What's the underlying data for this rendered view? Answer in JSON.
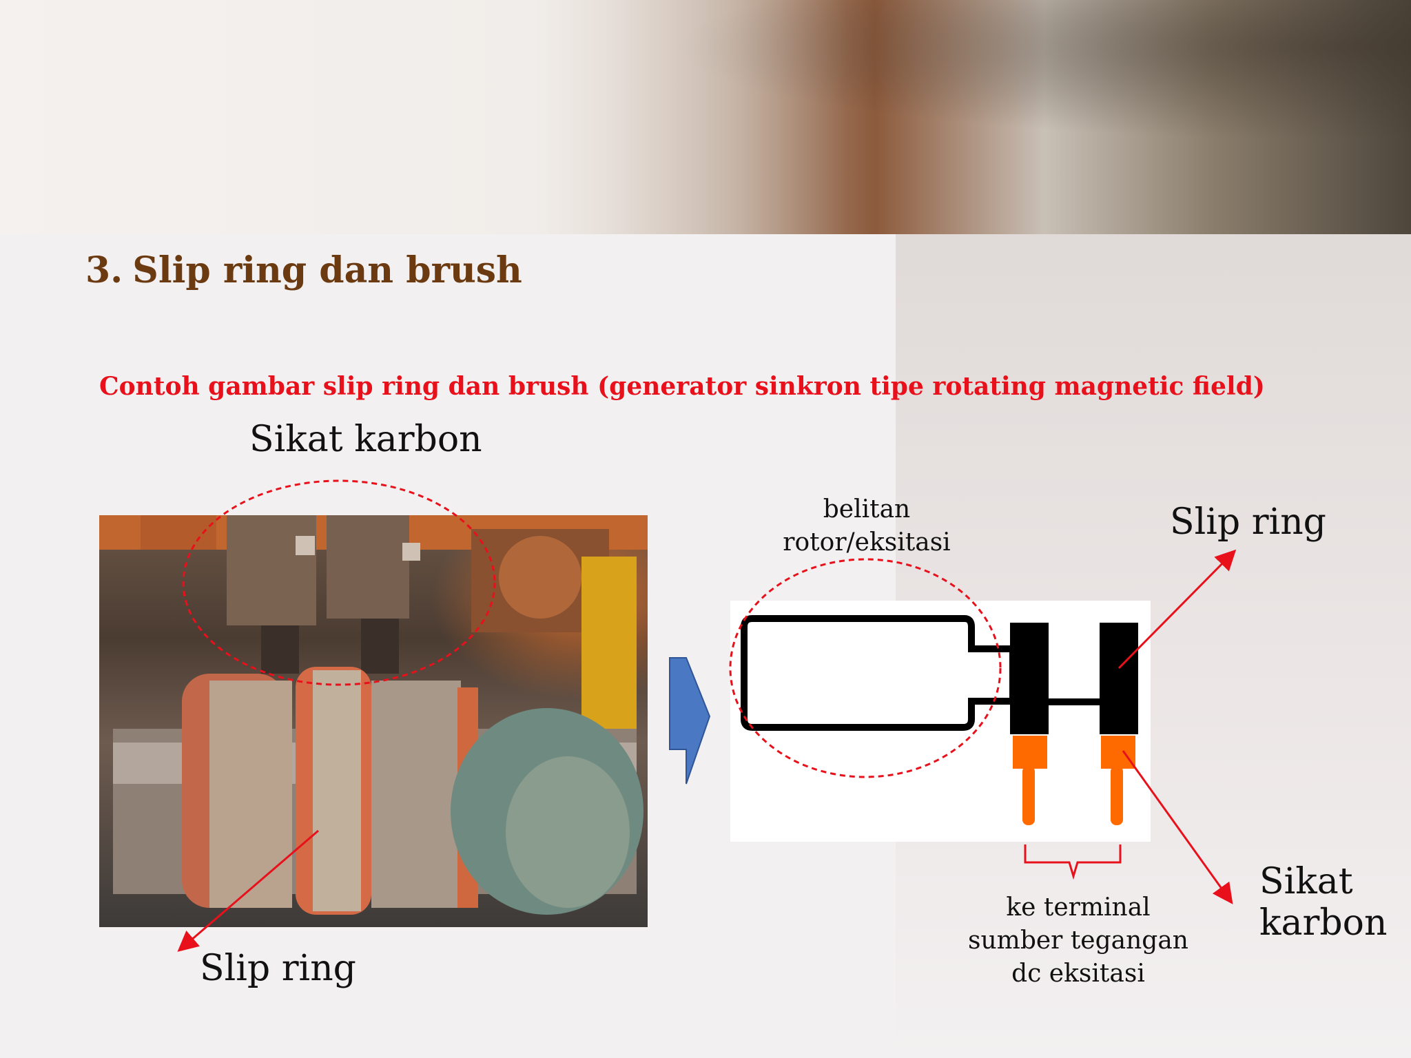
{
  "slide": {
    "number": "3.",
    "title": "Slip ring dan brush",
    "subtitle": "Contoh gambar slip ring dan brush (generator sinkron tipe rotating magnetic field)"
  },
  "photo_labels": {
    "brush": "Sikat karbon",
    "ring": "Slip ring"
  },
  "diagram_labels": {
    "winding_line1": "belitan",
    "winding_line2": "rotor/eksitasi",
    "slip_ring": "Slip ring",
    "brush_line1": "Sikat",
    "brush_line2": "karbon",
    "terminal_line1": "ke terminal",
    "terminal_line2": "sumber tegangan",
    "terminal_line3": "dc eksitasi"
  },
  "colors": {
    "title": "#6b3a10",
    "subtitle": "#e8111b",
    "annotation": "#e8111b",
    "brush": "#ff6a00",
    "arrow": "#4a78c2"
  },
  "icons": {
    "flow_arrow": "right-arrow-icon"
  }
}
